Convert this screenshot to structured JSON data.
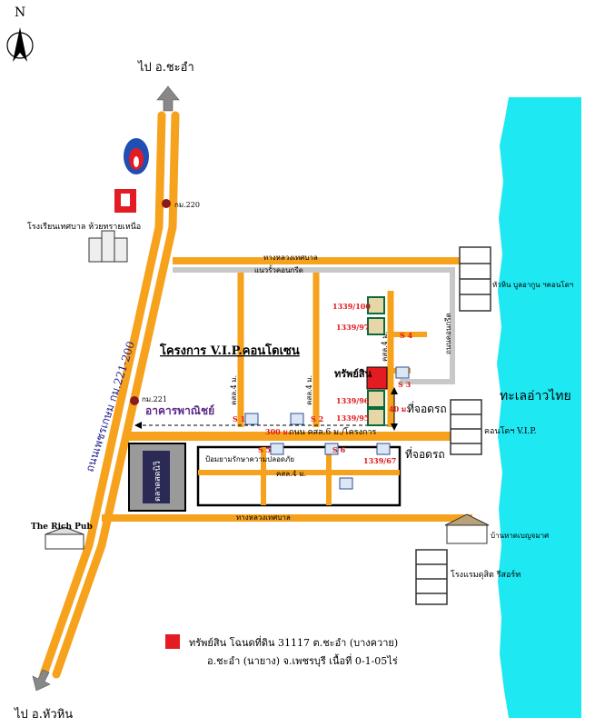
{
  "map": {
    "north_label": "N",
    "to_chaam": "ไป อ.ชะอำ",
    "to_huahin": "ไป อ.หัวหิน",
    "km220": "กม.220",
    "km221": "กม.221",
    "school": "โรงเรียนเทศบาล ห้วยทรายเหนือ",
    "main_road": "ถนนเพชรเกษม กม.221-200",
    "muni_road_top": "ทางหลวงเทศบาล",
    "concrete_wall": "แนวรั้วคอนกรีต",
    "hotel_top": "หัวหิน บูลอากูน ฯคอนโดฯ",
    "project": "โครงการ V.I.P.คอนโดเซน",
    "plot_100": "1339/100",
    "plot_97": "1339/97",
    "plot_96": "1339/96",
    "plot_95": "1339/95",
    "plot_67": "1339/67",
    "asset": "ทรัพย์สิน",
    "soi4_a": "คสล.4 ม.",
    "soi4_b": "คสล.4 ม.",
    "soi4_c": "คสล.4 ม.",
    "soi4_d": "คสล.4 ม.",
    "concrete_road_vertical": "ถนนคอนกรีต",
    "s1": "S 1",
    "s2": "S 2",
    "s3": "S 3",
    "s4": "S 4",
    "s5": "S 5",
    "s6": "S 6",
    "commercial": "อาคารพาณิชย์",
    "distance": "300 ม.",
    "road6": "ถนน คสล.6 ม./โครงการ",
    "width40": "40 ม.",
    "parking1": "ที่จอดรถ",
    "parking2": "ที่จอดรถ",
    "sea": "ทะเลอ่าวไทย",
    "condo_vip": "คอนโดฯ V.I.P.",
    "safety_post": "ป้อมยามรักษาความปลอดภัย",
    "muni_road_bottom": "ทางหลวงเทศบาล",
    "rich_pub": "The Rich Pub",
    "house_label": "บ้านหาดเบญจมาศ",
    "hotel_bottom": "โรงแรมดุสิต รีสอร์ท",
    "market_sign": "ตลาดสดนิวิ",
    "legend_line1": "ทรัพย์สิน โฉนดที่ดิน 31117 ต.ชะอำ (บางควาย)",
    "legend_line2": "อ.ชะอำ (นายาง) จ.เพชรบุรี เนื้อที่ 0-1-05ไร่"
  },
  "colors": {
    "road": "#f6a21c",
    "sea": "#1ee8f2",
    "wall": "#c8c8c8",
    "asset": "#e31b23",
    "dark": "#333333",
    "marker": "#8b1a1a"
  }
}
